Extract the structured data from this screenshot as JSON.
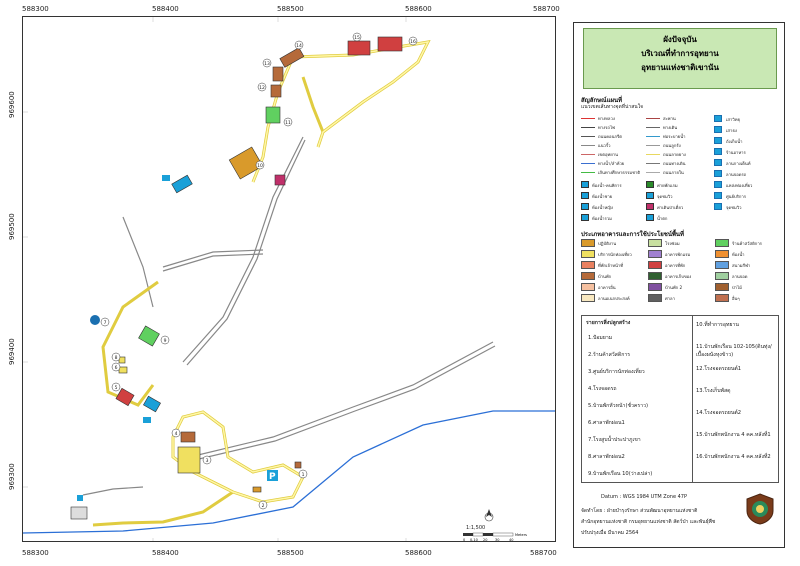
{
  "coords": {
    "x_top": [
      "588300",
      "588400",
      "588500",
      "588600",
      "588700"
    ],
    "x_bottom": [
      "588300",
      "588400",
      "588500",
      "588600",
      "588700"
    ],
    "y_left": [
      "969600",
      "969500",
      "969400",
      "969300"
    ]
  },
  "title": {
    "line1": "ผังปัจจุบัน",
    "line2": "บริเวณที่ทำการอุทยาน",
    "line3": "อุทยานแห่งชาติเขานัน"
  },
  "legend": {
    "heading": "สัญลักษณ์แผนที่",
    "subheading": "แนวเขตเส้นทางจุดที่น่าสนใจ",
    "lines": [
      {
        "label": "ทางหลวง",
        "color": "#d33"
      },
      {
        "label": "ทางรถไฟ",
        "color": "#444"
      },
      {
        "label": "ถนนคอนกรีต",
        "color": "#555"
      },
      {
        "label": "แนวรั้ว",
        "color": "#888"
      },
      {
        "label": "เขตอุทยาน",
        "color": "#c66"
      },
      {
        "label": "ทางน้ำ/ลำห้วย",
        "color": "#3a6fd0"
      },
      {
        "label": "เส้นทางศึกษาธรรมชาติ",
        "color": "#4b4"
      },
      {
        "label": "สะพาน",
        "color": "#a44"
      },
      {
        "label": "ทางเดิน",
        "color": "#666"
      },
      {
        "label": "ท่อระบายน้ำ",
        "color": "#39c"
      },
      {
        "label": "ถนนลูกรัง",
        "color": "#999"
      },
      {
        "label": "ถนนลาดยาง",
        "color": "#e8d860"
      },
      {
        "label": "ถนนทางเดิน",
        "color": "#777"
      },
      {
        "label": "ถนนภายใน",
        "color": "#aaa"
      }
    ],
    "points": [
      {
        "label": "เสาวิทยุ",
        "icon": "antenna"
      },
      {
        "label": "เสาธง",
        "icon": "flag"
      },
      {
        "label": "ถังเก็บน้ำ",
        "icon": "tank"
      },
      {
        "label": "ร้านอาหาร",
        "icon": "restaurant"
      },
      {
        "label": "ลานกางเต็นท์",
        "icon": "camping"
      },
      {
        "label": "ลานจอดรถ",
        "icon": "parking"
      },
      {
        "label": "แหล่งท่องเที่ยว",
        "icon": "attraction"
      },
      {
        "label": "ศูนย์บริการ",
        "icon": "service"
      },
      {
        "label": "จุดชมวิว",
        "icon": "viewpoint"
      }
    ],
    "facilities": [
      {
        "label": "ห้องน้ำ-คนพิการ",
        "color": "#1aa0d8"
      },
      {
        "label": "ห้องน้ำชาย",
        "color": "#1aa0d8"
      },
      {
        "label": "ห้องน้ำหญิง",
        "color": "#1aa0d8"
      },
      {
        "label": "ห้องน้ำรวม",
        "color": "#1aa0d8"
      },
      {
        "label": "ค่ายพักแรม",
        "color": "#2a8a2a"
      },
      {
        "label": "จุดชมวิว",
        "color": "#1aa0d8"
      },
      {
        "label": "ค่าเดินป่าเดี่ยว",
        "color": "#c0306a"
      },
      {
        "label": "น้ำตก",
        "color": "#1aa0d8"
      }
    ],
    "landuse_heading": "ประเภทอาคารและการใช้ประโยชน์พื้นที่",
    "landuse": [
      {
        "label": "ปฏิบัติงาน",
        "color": "#d99a2b"
      },
      {
        "label": "บริการนักท่องเที่ยว",
        "color": "#f0e060"
      },
      {
        "label": "ที่พักเจ้าหน้าที่",
        "color": "#e88060"
      },
      {
        "label": "บ้านพัก",
        "color": "#b56a3a"
      },
      {
        "label": "อาคารอื่น",
        "color": "#f5c0a0"
      },
      {
        "label": "ลานอเนกประสงค์",
        "color": "#f8e8c0"
      },
      {
        "label": "โรงซ่อม",
        "color": "#c8e0a0"
      },
      {
        "label": "อาคารพักแรม",
        "color": "#a080d0"
      },
      {
        "label": "อาคารที่พัก",
        "color": "#d04040"
      },
      {
        "label": "อาคารเก็บของ",
        "color": "#306030"
      },
      {
        "label": "บ้านพัก 2",
        "color": "#8050a0"
      },
      {
        "label": "ศาลา",
        "color": "#606060"
      },
      {
        "label": "ร้านค้าสวัสดิการ",
        "color": "#60d060"
      },
      {
        "label": "ห้องน้ำ",
        "color": "#f09030"
      },
      {
        "label": "สนามกีฬา",
        "color": "#60a0e0"
      },
      {
        "label": "ลานจอด",
        "color": "#a0d0a0"
      },
      {
        "label": "ป่าไม้",
        "color": "#a06030"
      },
      {
        "label": "อื่นๆ",
        "color": "#c07050"
      }
    ]
  },
  "buildings": {
    "heading": "รายการสิ่งปลูกสร้าง",
    "col1": [
      "1.ป้อมยาม",
      "2.ร้านค้าสวัสดิการ",
      "3.ศูนย์บริการนักท่องเที่ยว",
      "4.โรงจอดรถ",
      "5.บ้านพักหัวหน้า(ชั่วคราว)",
      "6.ศาลาพักผ่อน1",
      "7.โรงสูบน้ำประปาภูเขา",
      "8.ศาลาพักผ่อน2",
      "9.บ้านพักเรือน 10(ว่างเปล่า)"
    ],
    "col2": [
      "10.ที่ทำการอุทยาน",
      "11.บ้านพักเรือน 102-105(ดินทุ่ง/เบื้องผนังหุงข้าว)",
      "12.โรงจอดรถยนต์1",
      "13.โรงเก็บพัสดุ",
      "14.โรงจอดรถยนต์2",
      "15.บ้านพักพนักงาน 4 คค.หลังที่1",
      "16.บ้านพักพนักงาน 4 คค.หลังที่2"
    ]
  },
  "footer": {
    "datum": "Datum : WGS 1984 UTM Zone 47P",
    "prepared_by": "จัดทำโดย : ฝ่ายบำรุงรักษา ส่วนพัฒนาอุทยานแห่งชาติ",
    "office": "สำนักอุทยานแห่งชาติ กรมอุทยานแห่งชาติ สัตว์ป่า และพันธุ์พืช",
    "updated": "ปรับปรุงเมื่อ มีนาคม 2564"
  },
  "scale": {
    "ratio": "1:1,500",
    "ticks": [
      "0",
      "0.10",
      "20",
      "30",
      "40"
    ],
    "unit": "Meters"
  },
  "map_labels": [
    "1",
    "2",
    "3",
    "4",
    "5",
    "6",
    "7",
    "8",
    "9",
    "10",
    "11",
    "12",
    "13",
    "14",
    "15",
    "16"
  ],
  "colors": {
    "road_fill": "#fff7a8",
    "road_edge": "#e0cc40",
    "path": "#888888",
    "river": "#2b6fd6",
    "title_bg": "#c9e8b4"
  }
}
